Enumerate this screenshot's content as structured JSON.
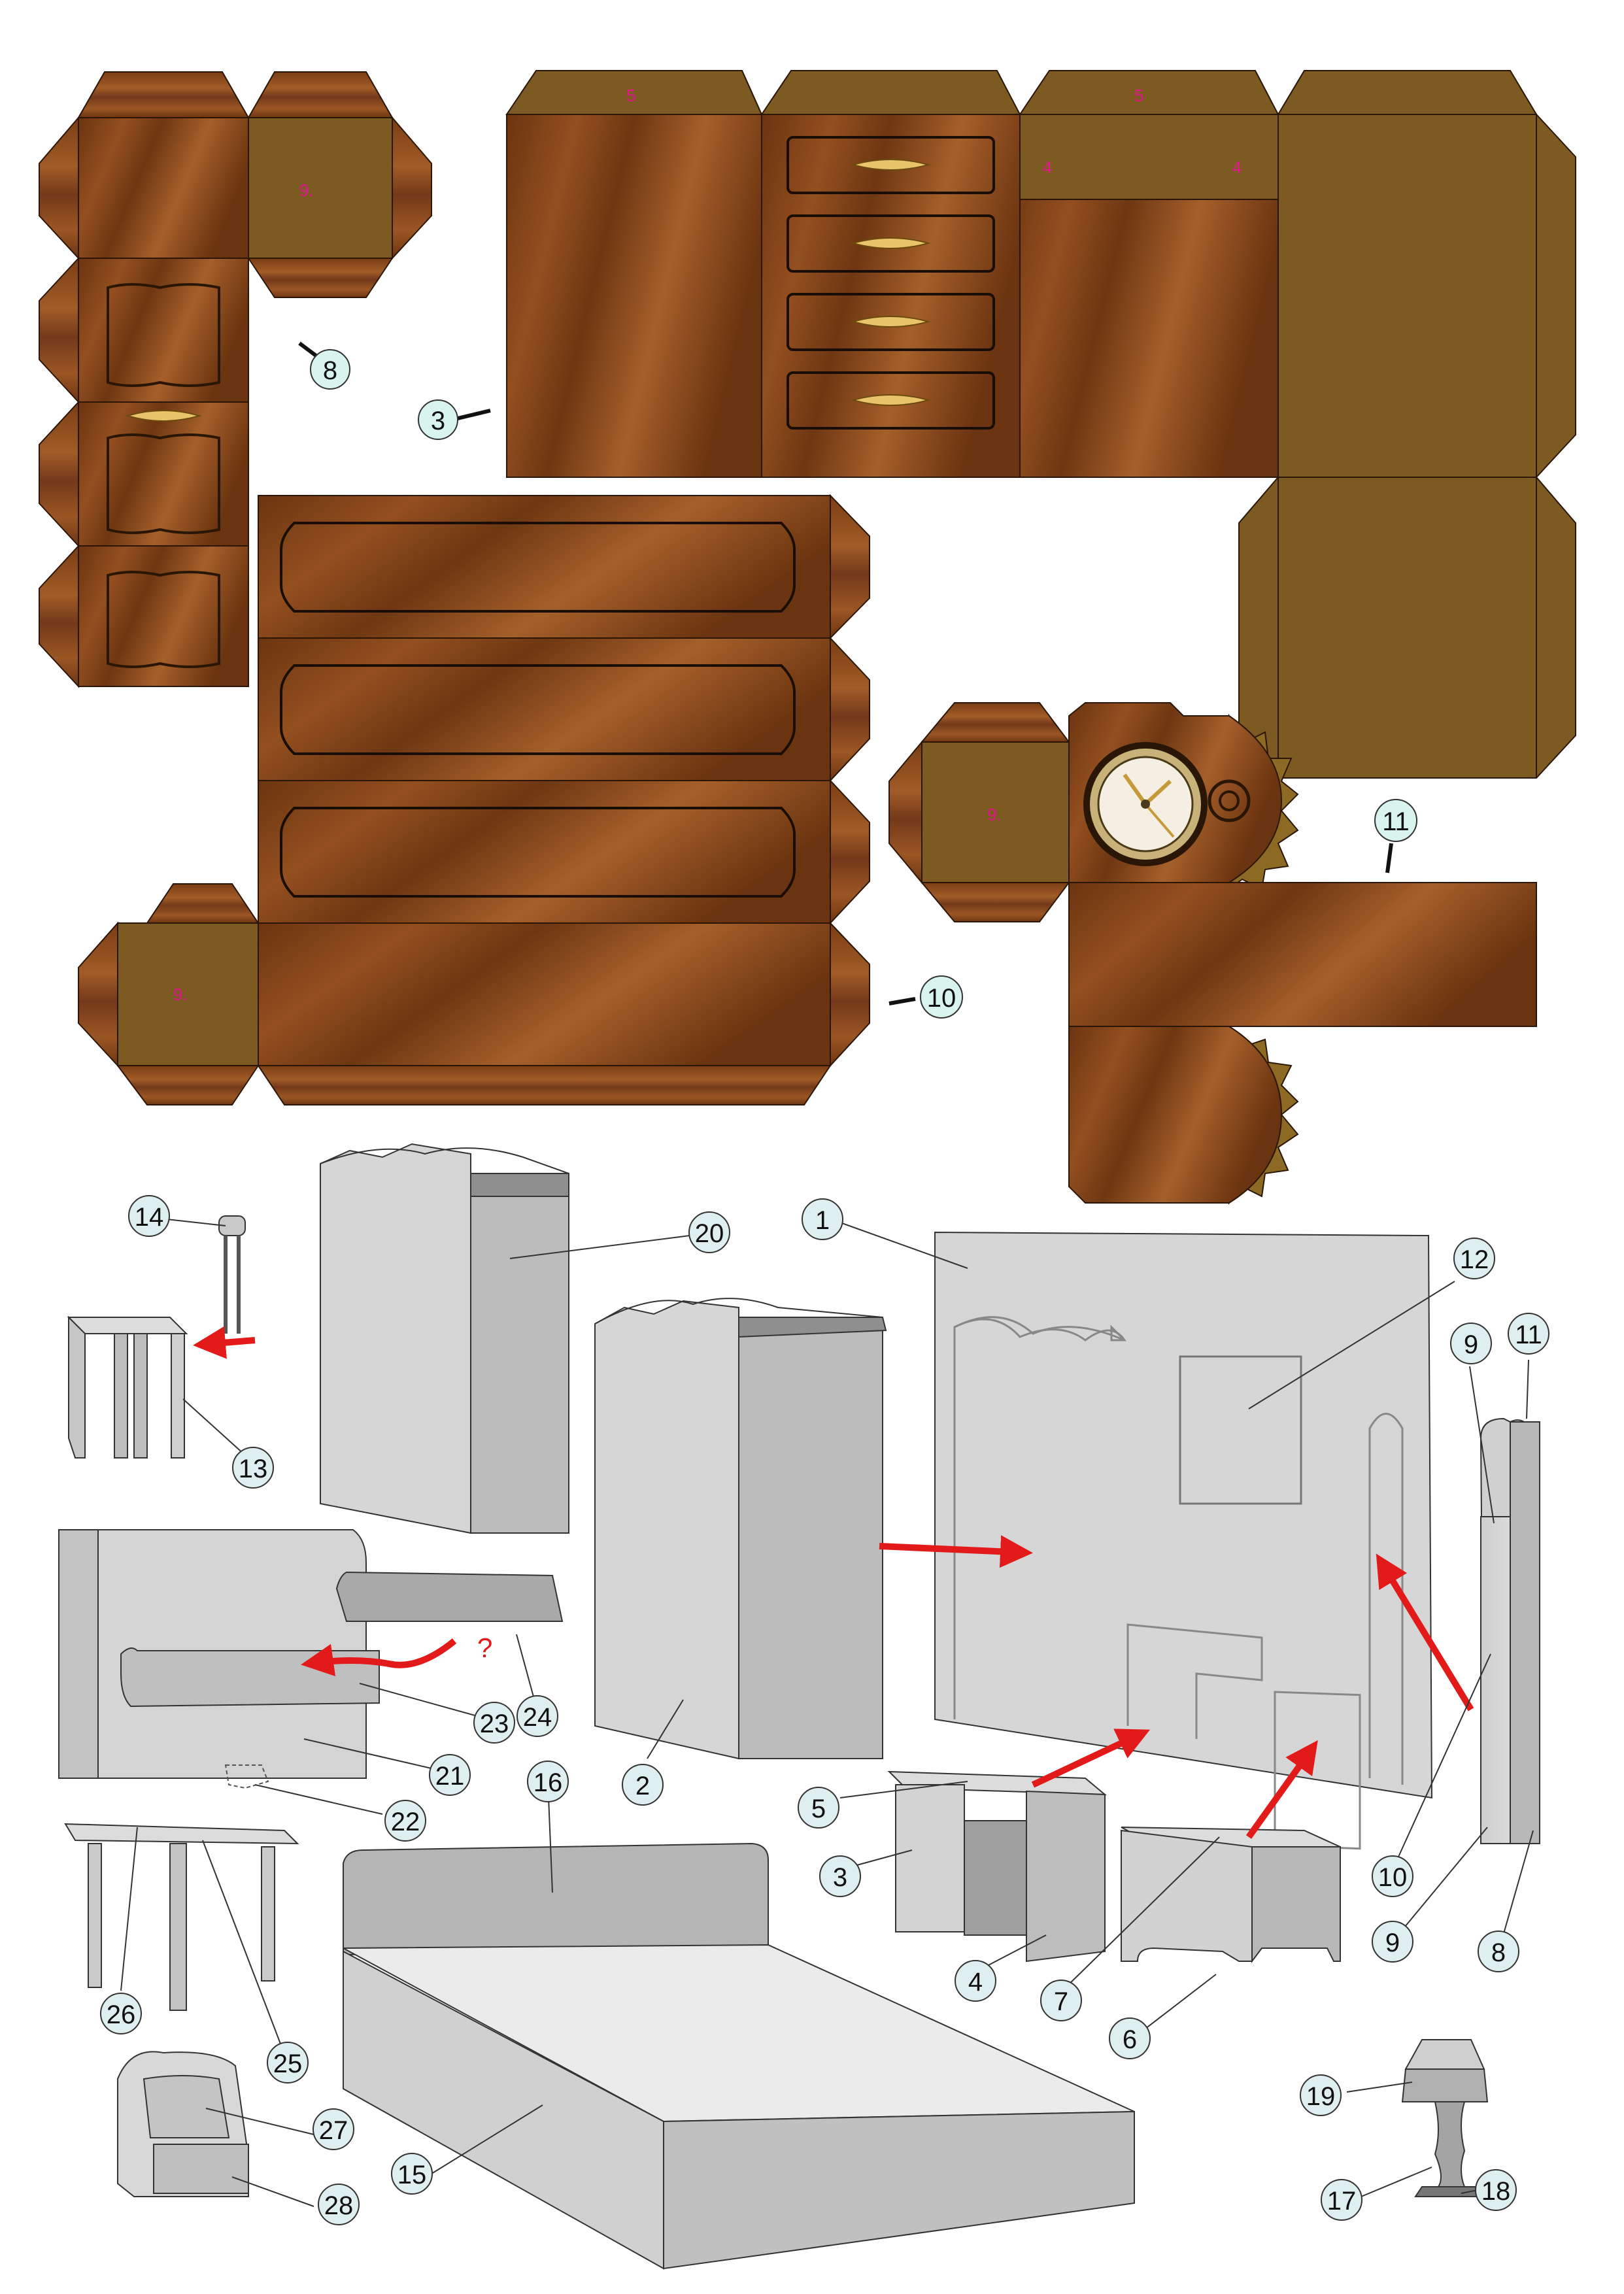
{
  "colors": {
    "wood_dark": "#6b3410",
    "wood_mid": "#8a4a1c",
    "wood_light": "#a9622a",
    "flap": "#7d5a22",
    "part_gray": "#d6d6d6",
    "part_gray_dark": "#a9a9a9",
    "arrow_red": "#e31a1a",
    "cutout_badge": "#d9f4ef",
    "label_magenta": "#e0168c"
  },
  "cutout_numbers": [
    {
      "id": "8",
      "text": "8"
    },
    {
      "id": "3",
      "text": "3"
    },
    {
      "id": "10",
      "text": "10"
    },
    {
      "id": "11",
      "text": "11"
    }
  ],
  "glue_marks": {
    "m5a": "5",
    "m5b": "5",
    "m4a": "4",
    "m4b": "4",
    "m9a": "9.",
    "m9b": "9.",
    "m9c": "9."
  },
  "assembly_numbers": [
    {
      "id": "14",
      "text": "14"
    },
    {
      "id": "20",
      "text": "20"
    },
    {
      "id": "1",
      "text": "1"
    },
    {
      "id": "12",
      "text": "12"
    },
    {
      "id": "9a",
      "text": "9"
    },
    {
      "id": "11",
      "text": "11"
    },
    {
      "id": "13",
      "text": "13"
    },
    {
      "id": "23",
      "text": "23"
    },
    {
      "id": "24",
      "text": "24"
    },
    {
      "id": "21",
      "text": "21"
    },
    {
      "id": "22",
      "text": "22"
    },
    {
      "id": "2",
      "text": "2"
    },
    {
      "id": "5",
      "text": "5"
    },
    {
      "id": "3",
      "text": "3"
    },
    {
      "id": "4",
      "text": "4"
    },
    {
      "id": "7",
      "text": "7"
    },
    {
      "id": "6",
      "text": "6"
    },
    {
      "id": "10",
      "text": "10"
    },
    {
      "id": "9b",
      "text": "9"
    },
    {
      "id": "8",
      "text": "8"
    },
    {
      "id": "16",
      "text": "16"
    },
    {
      "id": "26",
      "text": "26"
    },
    {
      "id": "25",
      "text": "25"
    },
    {
      "id": "15",
      "text": "15"
    },
    {
      "id": "27",
      "text": "27"
    },
    {
      "id": "28",
      "text": "28"
    },
    {
      "id": "19",
      "text": "19"
    },
    {
      "id": "17",
      "text": "17"
    },
    {
      "id": "18",
      "text": "18"
    }
  ],
  "question_mark": "?",
  "icons": {
    "drawer_handle": "brass-handle-icon",
    "clock_face": "clock-face-icon"
  }
}
